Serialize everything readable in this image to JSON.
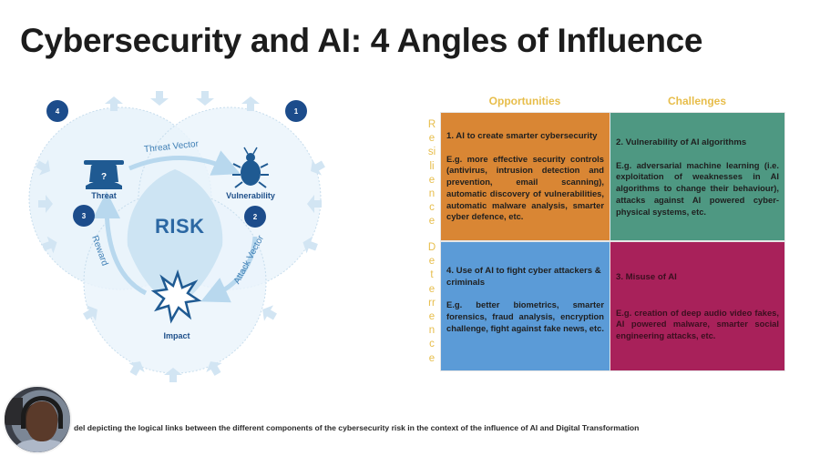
{
  "slide": {
    "title": "Cybersecurity and AI: 4 Angles of Influence"
  },
  "diagram": {
    "center_label": "RISK",
    "nodes": [
      {
        "id": "threat",
        "label": "Threat",
        "icon": "hooded-figure-icon"
      },
      {
        "id": "vulnerability",
        "label": "Vulnerability",
        "icon": "bug-icon"
      },
      {
        "id": "impact",
        "label": "Impact",
        "icon": "explosion-icon"
      }
    ],
    "vectors": {
      "threat_vector": "Threat Vector",
      "attack_vector": "Attack Vector",
      "reward": "Reward"
    },
    "badges": [
      "1",
      "2",
      "3",
      "4"
    ],
    "colors": {
      "dark_blue": "#1c4c8b",
      "mid_blue": "#2b67a3",
      "light_blue": "#d6eaf6"
    }
  },
  "matrix": {
    "columns": [
      "Opportunities",
      "Challenges"
    ],
    "rows_side_labels": {
      "resilience": [
        "R",
        "e",
        "si",
        "li",
        "e",
        "n",
        "c",
        "e"
      ],
      "deterrence": [
        "D",
        "e",
        "t",
        "e",
        "rr",
        "e",
        "n",
        "c",
        "e"
      ]
    },
    "cells": {
      "c1": {
        "title": "1. AI to create smarter cybersecurity",
        "body": "E.g. more effective security controls (antivirus, intrusion detection and prevention, email scanning), automatic discovery of vulnerabilities, automatic malware analysis, smarter cyber defence, etc.",
        "color": "#d98634"
      },
      "c2": {
        "title": "2. Vulnerability of AI algorithms",
        "body": "E.g. adversarial machine learning (i.e. exploitation of weaknesses in AI algorithms to change their behaviour), attacks against AI powered cyber-physical systems, etc.",
        "color": "#4e9882"
      },
      "c4": {
        "title": "4. Use of AI to fight cyber attackers & criminals",
        "body": "E.g. better biometrics, smarter forensics, fraud analysis, encryption challenge, fight against fake news, etc.",
        "color": "#5b9bd7"
      },
      "c3": {
        "title": "3. Misuse of AI",
        "body": "E.g. creation of deep audio video fakes, AI powered malware, smarter social engineering attacks, etc.",
        "color": "#a8215a"
      }
    },
    "header_color": "#e7bd4a"
  },
  "caption": {
    "text": "del depicting the logical links between the different components of the cybersecurity risk in the context of the influence of AI and Digital Transformation"
  },
  "presenter": {
    "avatar_icon": "presenter-webcam-avatar"
  }
}
